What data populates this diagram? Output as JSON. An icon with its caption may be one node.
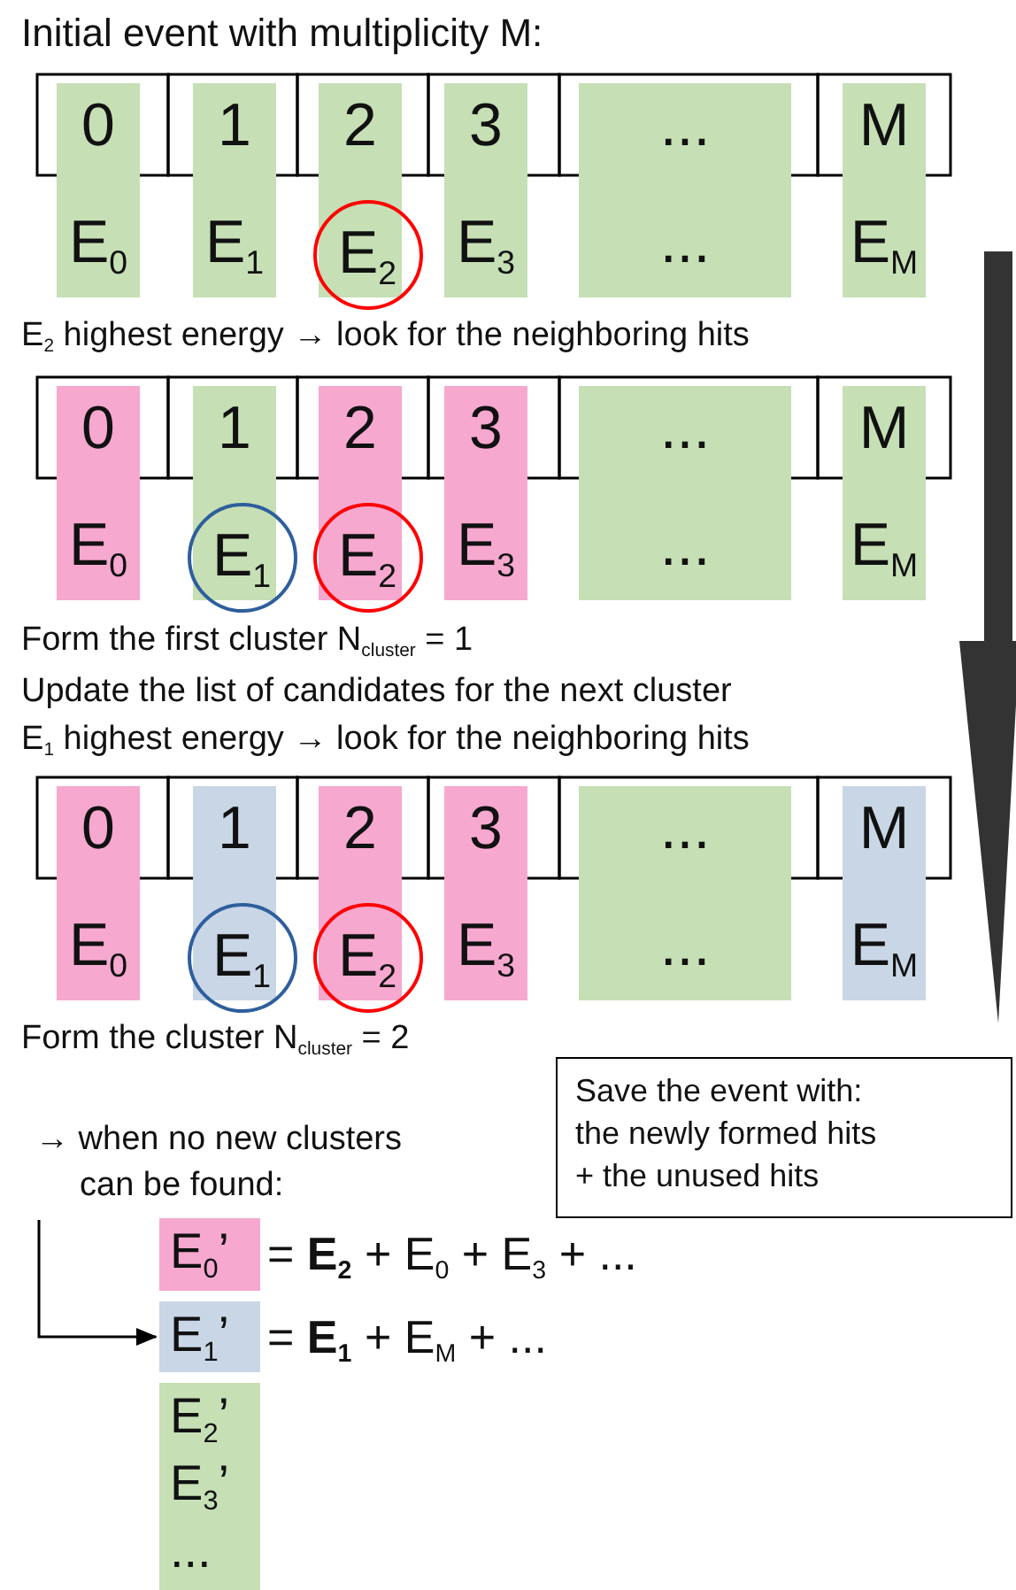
{
  "diagram": {
    "title": "Initial event with multiplicity M:",
    "nodes": [
      {
        "text": [
          "0",
          "E$_{0}$"
        ]
      },
      {
        "text": [
          "1",
          "E$_{1}$"
        ]
      },
      {
        "text": [
          "2"
        ]
      },
      {
        "text": [
          "E$_{2}$"
        ]
      },
      {
        "text": [
          "3",
          "E$_{3}$"
        ]
      },
      {
        "text": [
          "...",
          "..."
        ]
      },
      {
        "text": [
          "M",
          "E$_{M}$"
        ]
      },
      {
        "text": [
          "0",
          "E$_{0}$"
        ]
      },
      {
        "text": [
          "1"
        ]
      },
      {
        "text": [
          "E$_{1}$"
        ]
      },
      {
        "text": [
          "2"
        ]
      },
      {
        "text": [
          "E$_{2}$"
        ]
      },
      {
        "text": [
          "3",
          "E$_{3}$"
        ]
      },
      {
        "text": [
          "...",
          "..."
        ]
      },
      {
        "text": [
          "M",
          "E$_{M}$"
        ]
      },
      {
        "text": [
          "0",
          "E$_{0}$"
        ]
      },
      {
        "text": [
          "1"
        ]
      },
      {
        "text": [
          "E$_{1}$"
        ]
      },
      {
        "text": [
          "2"
        ]
      },
      {
        "text": [
          "E$_{2}$"
        ]
      },
      {
        "text": [
          "3",
          "E$_{3}$"
        ]
      },
      {
        "text": [
          "...",
          "..."
        ]
      },
      {
        "text": [
          "M",
          "E$_{M}$"
        ]
      },
      {
        "text": [
          "Save the event with:",
          "the newly formed hits",
          "+ the unused hits"
        ]
      },
      {
        "text": [
          "→ when no new clusters can be found:"
        ]
      },
      {
        "text": [
          "E$_{0}$’"
        ],
        "beside": [
          "= **E$_{2}$** + E$_{0}$ + E$_{3}$ + ..."
        ]
      },
      {
        "text": [
          "E$_{1}$’"
        ],
        "beside": [
          "= **E$_{1}$** + E$_{M}$ + ..."
        ]
      },
      {
        "text": [
          "E$_{2}$’",
          "E$_{3}$’",
          "..."
        ]
      }
    ],
    "edges": [
      {
        "from": 24,
        "to": 26,
        "arrow": "to"
      }
    ],
    "labels": [
      "E$_{2}$ highest energy → look for the neighboring hits",
      "Form the first cluster N$_{cluster}$ = 1",
      "Update the list of candidates for the next cluster",
      "E$_{1}$ highest energy → look for the neighboring hits",
      "Form the cluster N$_{cluster}$ = 2"
    ]
  }
}
